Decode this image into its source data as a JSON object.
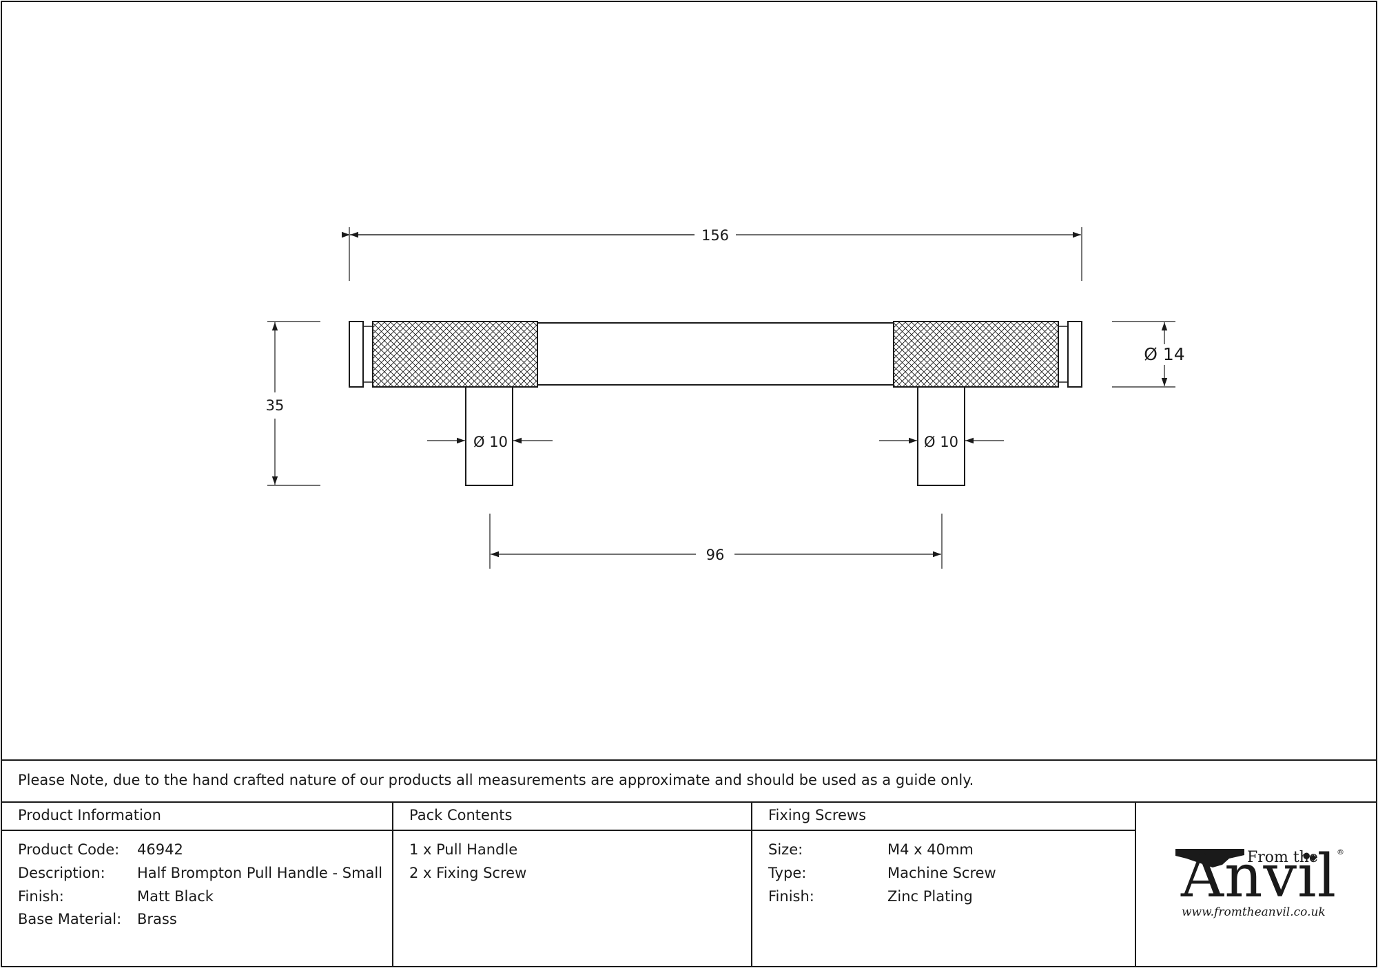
{
  "drawing": {
    "dim_overall_length": "156",
    "dim_height": "35",
    "dim_diameter_bar": "Ø 14",
    "dim_diameter_post_left": "Ø 10",
    "dim_diameter_post_right": "Ø 10",
    "dim_centres": "96"
  },
  "note": "Please Note, due to the hand crafted nature of our products all measurements are approximate and should be used as a guide only.",
  "product_info": {
    "header": "Product Information",
    "rows": [
      {
        "label": "Product Code:",
        "value": "46942"
      },
      {
        "label": "Description:",
        "value": "Half Brompton Pull Handle - Small"
      },
      {
        "label": "Finish:",
        "value": "Matt Black"
      },
      {
        "label": "Base Material:",
        "value": "Brass"
      }
    ]
  },
  "pack_contents": {
    "header": "Pack Contents",
    "items": [
      "1 x Pull Handle",
      "2 x Fixing Screw"
    ]
  },
  "fixing_screws": {
    "header": "Fixing Screws",
    "rows": [
      {
        "label": "Size:",
        "value": "M4 x 40mm"
      },
      {
        "label": "Type:",
        "value": "Machine Screw"
      },
      {
        "label": "Finish:",
        "value": "Zinc Plating"
      }
    ]
  },
  "logo": {
    "small_text": "From the",
    "brand": "Anvil",
    "registered": "®",
    "url": "www.fromtheanvil.co.uk"
  }
}
